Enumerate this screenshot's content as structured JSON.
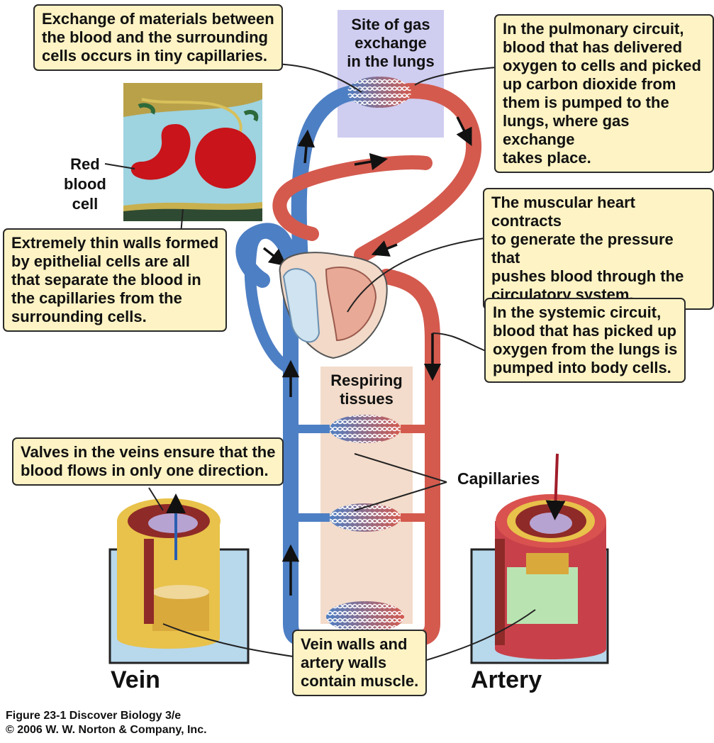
{
  "colors": {
    "vein_blue": "#4d7fc4",
    "artery_red": "#d45a4e",
    "callout_fill": "#fdf3c4",
    "lung_box": "#cfcdf0",
    "tissue_box": "#f3dccb"
  },
  "callouts": {
    "capillary_exchange": "Exchange of materials between\nthe blood and the surrounding\ncells occurs in tiny capillaries.",
    "thin_walls": "Extremely thin walls formed\nby epithelial cells are all\nthat separate the blood in\nthe capillaries from the\nsurrounding cells.",
    "pulmonary": "In the pulmonary circuit,\nblood that has delivered\noxygen to cells and picked\nup carbon dioxide from\nthem is pumped to the\nlungs, where gas exchange\ntakes place.",
    "heart": "The muscular heart contracts\nto generate the pressure that\npushes blood through the\ncirculatory system.",
    "systemic": "In the systemic circuit,\nblood that has picked up\noxygen from the lungs is\npumped into body cells.",
    "valves": "Valves in the veins ensure that the\nblood flows in only one direction.",
    "muscle_walls": "Vein walls and\nartery walls\ncontain muscle."
  },
  "labels": {
    "gas_exchange": "Site of gas\nexchange\nin the lungs",
    "respiring": "Respiring\ntissues",
    "capillaries": "Capillaries",
    "red_blood_cell": "Red\nblood\ncell",
    "vein": "Vein",
    "artery": "Artery"
  },
  "footer": {
    "line1": "Figure 23-1  Discover Biology 3/e",
    "line2": "© 2006 W. W. Norton & Company, Inc."
  }
}
